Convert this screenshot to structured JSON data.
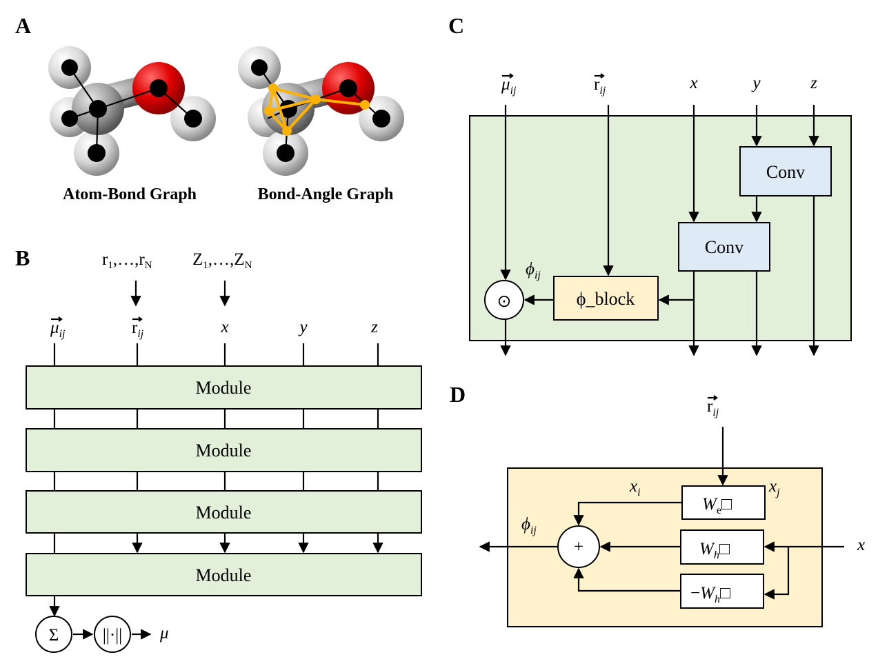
{
  "panels": {
    "a": "A",
    "b": "B",
    "c": "C",
    "d": "D"
  },
  "panel_a": {
    "left_caption": "Atom-Bond Graph",
    "right_caption": "Bond-Angle Graph",
    "colors": {
      "oxygen": "#e00000",
      "carbon": "#9a9a9a",
      "hydrogen": "#d8d8d8",
      "angle_edges": "#ffb300"
    }
  },
  "panel_b": {
    "inputs_r": {
      "base": "r",
      "sub1": "1",
      "dots": ",…,",
      "subN": "N"
    },
    "inputs_z": {
      "base": "Z",
      "sub1": "1",
      "dots": ",…,",
      "subN": "N"
    },
    "streams": {
      "mu": {
        "base": "μ",
        "sub": "ij"
      },
      "r": {
        "base": "r",
        "sub": "ij"
      },
      "x": "x",
      "y": "y",
      "z": "z"
    },
    "modules": [
      "Module",
      "Module",
      "Module",
      "Module"
    ],
    "sum_symbol": "Σ",
    "norm_symbol": "||·||",
    "output": "μ"
  },
  "panel_c": {
    "streams": {
      "mu": {
        "base": "μ",
        "sub": "ij"
      },
      "r": {
        "base": "r",
        "sub": "ij"
      },
      "x": "x",
      "y": "y",
      "z": "z"
    },
    "conv_top": "Conv",
    "conv_bottom": "Conv",
    "phi_block": "ϕ_block",
    "phi_label": {
      "base": "ϕ",
      "sub": "ij"
    },
    "hadamard": "⊙"
  },
  "panel_d": {
    "r_input": {
      "base": "r",
      "sub": "ij"
    },
    "x_input": "x",
    "xi_label": {
      "base": "x",
      "sub": "i"
    },
    "xj_label": {
      "base": "x",
      "sub": "j"
    },
    "phi_output": {
      "base": "ϕ",
      "sub": "ij"
    },
    "we_box": {
      "base": "W",
      "sub": "e",
      "box": "□"
    },
    "wh_box": {
      "base": "W",
      "sub": "h",
      "box": "□"
    },
    "neg_wh_box": {
      "prefix": "−",
      "base": "W",
      "sub": "h",
      "box": "□"
    },
    "plus": "+"
  }
}
